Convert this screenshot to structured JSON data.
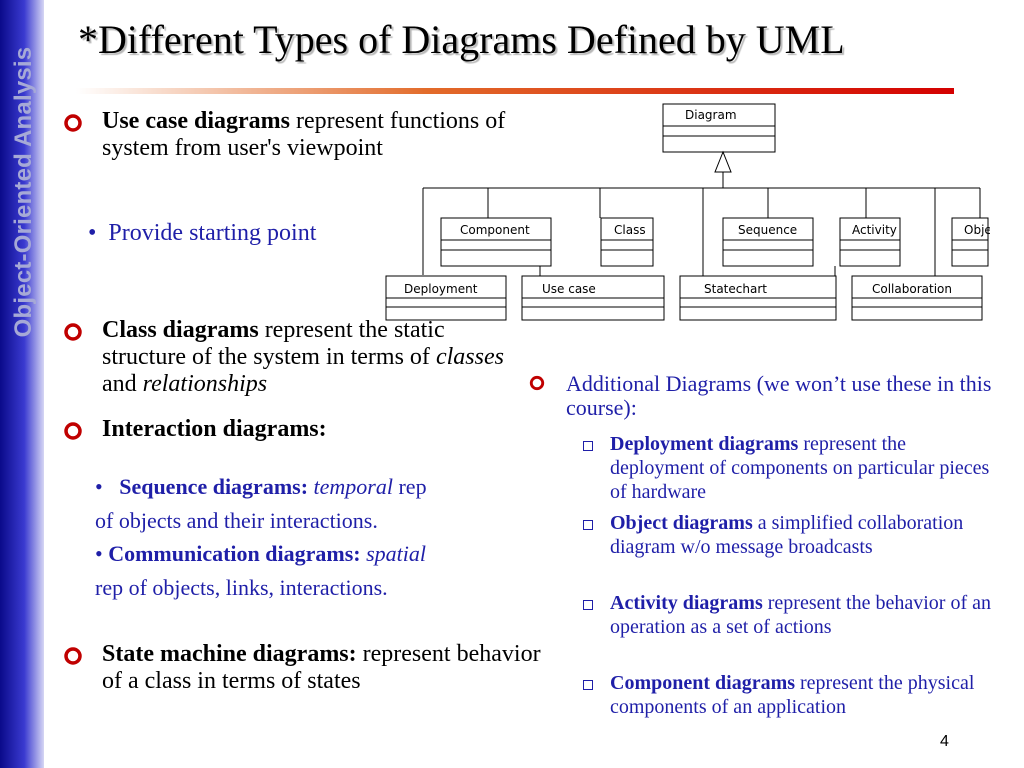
{
  "slide": {
    "sidebar_label": "Object-Oriented Analysis",
    "title": "*Different Types of Diagrams Defined by UML",
    "page_number": "4",
    "accent_color": "#d40000",
    "sidebar_color": "#0a0a8a"
  },
  "left": {
    "b1": {
      "bold": "Use case diagrams",
      "rest": " represent functions of system from user's viewpoint"
    },
    "b1_sub": "Provide starting point",
    "b2": {
      "bold": "Class diagrams",
      "rest": " represent the static structure of the system in terms of ",
      "i1": "classes",
      "mid": " and ",
      "i2": "relationships"
    },
    "b3": {
      "bold": "Interaction diagrams:"
    },
    "s1": {
      "bold": "Sequence diagrams:",
      "italic": "temporal",
      "rest": " rep",
      "line2": "of objects and their interactions."
    },
    "s2": {
      "bold": "Communication diagrams:",
      "italic": "spatial",
      "line2": "rep of objects, links, interactions."
    },
    "b4": {
      "bold": "State machine diagrams:",
      "rest": " represent behavior of a class in terms of states"
    }
  },
  "right": {
    "heading": "Additional Diagrams (we won’t use these in this course):",
    "items": [
      {
        "bold": "Deployment diagrams",
        "rest": " represent the deployment of components on particular pieces of hardware"
      },
      {
        "bold": "Object diagrams",
        "rest": " a simplified collaboration diagram w/o message broadcasts"
      },
      {
        "bold": "Activity diagrams",
        "rest": " represent the behavior of an operation as a set of actions"
      },
      {
        "bold": "Component diagrams",
        "rest": " represent the physical components of an application"
      }
    ]
  },
  "uml": {
    "parent": "Diagram",
    "row1": [
      "Component",
      "Class",
      "Sequence",
      "Activity",
      "Object"
    ],
    "row2": [
      "Deployment",
      "Use case",
      "Statechart",
      "Collaboration"
    ]
  }
}
